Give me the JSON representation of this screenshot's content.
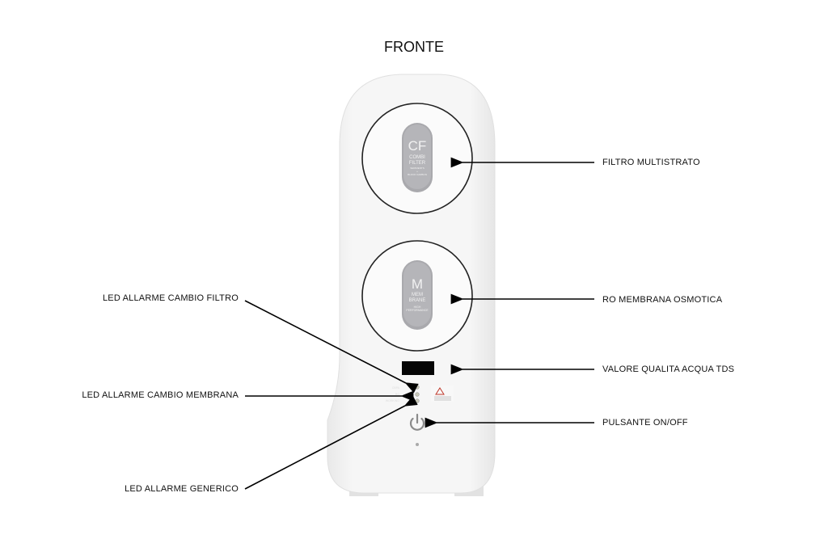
{
  "title": "FRONTE",
  "device": {
    "cap1": {
      "big": "CF",
      "line1": "COMBI",
      "line2": "FILTER",
      "line3": "SEDIMENTS",
      "line4": "+",
      "line5": "BLOCK CARBON"
    },
    "cap2": {
      "big": "M",
      "line1": "MEM",
      "line2": "BRANE",
      "line3": "HIGH",
      "line4": "PERFORMANCE"
    },
    "led_labels": [
      "CBPA",
      "RO",
      "WORKING"
    ]
  },
  "labels": {
    "right": [
      "FILTRO MULTISTRATO",
      "RO MEMBRANA OSMOTICA",
      "VALORE QUALITA ACQUA TDS",
      "PULSANTE ON/OFF"
    ],
    "left": [
      "LED ALLARME CAMBIO FILTRO",
      "LED ALLARME CAMBIO MEMBRANA",
      "LED ALLARME GENERICO"
    ]
  }
}
